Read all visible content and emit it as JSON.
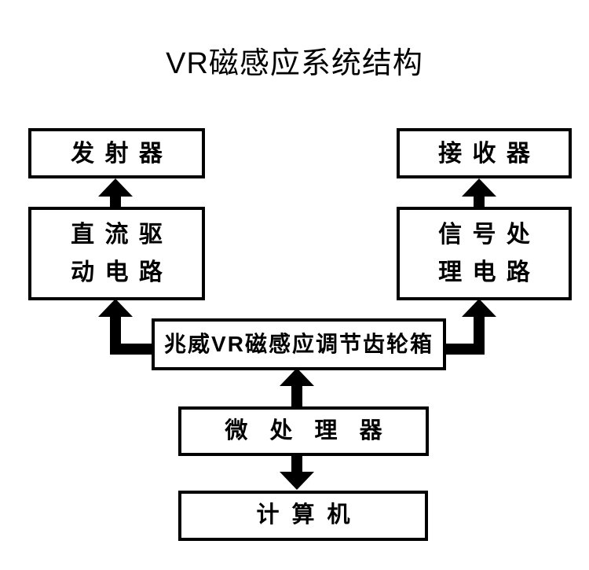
{
  "title": "VR磁感应系统结构",
  "nodes": {
    "transmitter": {
      "label": "发 射 器"
    },
    "receiver": {
      "label": "接 收 器"
    },
    "dc_drive": {
      "line1": "直 流 驱",
      "line2": "动 电 路"
    },
    "signal_processing": {
      "line1": "信 号 处",
      "line2": "理 电 路"
    },
    "gearbox": {
      "label": "兆威VR磁感应调节齿轮箱"
    },
    "microprocessor": {
      "label": "微 处 理 器"
    },
    "computer": {
      "label": "计 算 机"
    }
  },
  "edges": [
    {
      "from": "直流驱动电路",
      "to": "发射器",
      "style": "arrow-up"
    },
    {
      "from": "信号处理电路",
      "to": "接收器",
      "style": "arrow-up"
    },
    {
      "from": "兆威VR磁感应调节齿轮箱",
      "to": "直流驱动电路",
      "style": "elbow-arrow-up"
    },
    {
      "from": "兆威VR磁感应调节齿轮箱",
      "to": "信号处理电路",
      "style": "elbow-arrow-up"
    },
    {
      "from": "微处理器",
      "to": "兆威VR磁感应调节齿轮箱",
      "style": "arrow-up"
    },
    {
      "from": "微处理器",
      "to": "计算机",
      "style": "arrow-down"
    }
  ],
  "colors": {
    "background": "#ffffff",
    "line": "#000000",
    "text": "#000000"
  }
}
